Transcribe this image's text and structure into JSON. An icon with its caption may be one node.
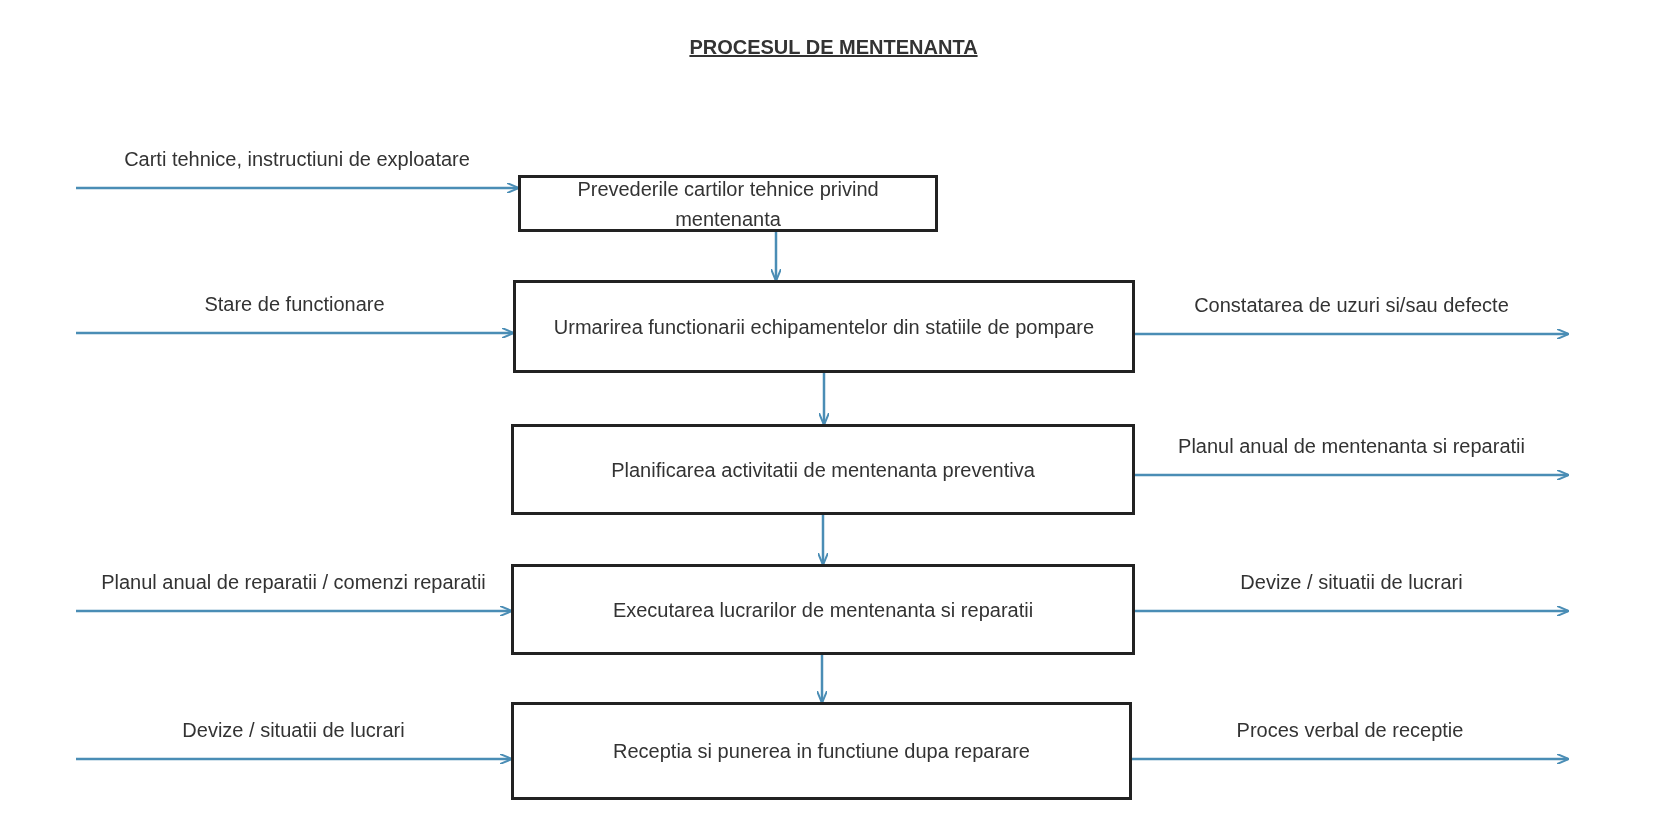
{
  "diagram": {
    "title": "PROCESUL DE MENTENANTA",
    "nodes": [
      {
        "text": [
          "Prevederile cartilor tehnice  privind mentenanta"
        ]
      },
      {
        "text": [
          "Urmarirea functionarii echipamentelor din statiile de pompare"
        ]
      },
      {
        "text": [
          "Planificarea activitatii de mentenanta preventiva"
        ]
      },
      {
        "text": [
          "Executarea lucrarilor de mentenanta si reparatii"
        ]
      },
      {
        "text": [
          "Receptia si punerea in functiune dupa reparare"
        ]
      }
    ],
    "edges": [
      {
        "from": 0,
        "to": 1,
        "arrow": "to"
      },
      {
        "from": 1,
        "to": 2,
        "arrow": "to"
      },
      {
        "from": 2,
        "to": 3,
        "arrow": "to"
      },
      {
        "from": 3,
        "to": 4,
        "arrow": "to"
      },
      {
        "from": null,
        "to": 0,
        "arrow": "to",
        "label": "Carti tehnice, instructiuni de exploatare"
      },
      {
        "from": null,
        "to": 1,
        "arrow": "to",
        "label": "Stare de functionare"
      },
      {
        "from": null,
        "to": 3,
        "arrow": "to",
        "label": "Planul anual de reparatii / comenzi reparatii"
      },
      {
        "from": null,
        "to": 4,
        "arrow": "to",
        "label": "Devize / situatii de lucrari"
      },
      {
        "from": 1,
        "to": null,
        "arrow": "to",
        "label": "Constatarea de uzuri si/sau defecte"
      },
      {
        "from": 2,
        "to": null,
        "arrow": "to",
        "label": "Planul anual de mentenanta si reparatii"
      },
      {
        "from": 3,
        "to": null,
        "arrow": "to",
        "label": "Devize / situatii de lucrari"
      },
      {
        "from": 4,
        "to": null,
        "arrow": "to",
        "label": "Proces verbal de receptie"
      }
    ]
  }
}
